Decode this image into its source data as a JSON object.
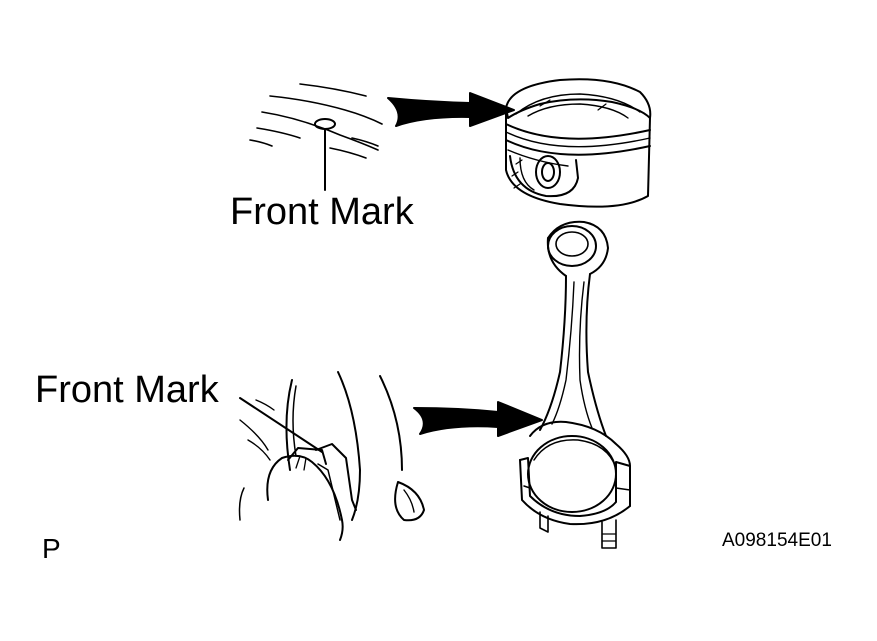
{
  "labels": {
    "piston_front_mark": "Front Mark",
    "rod_front_mark": "Front Mark",
    "view_letter": "P",
    "figure_code": "A098154E01"
  },
  "colors": {
    "line": "#000000",
    "background": "#ffffff"
  }
}
